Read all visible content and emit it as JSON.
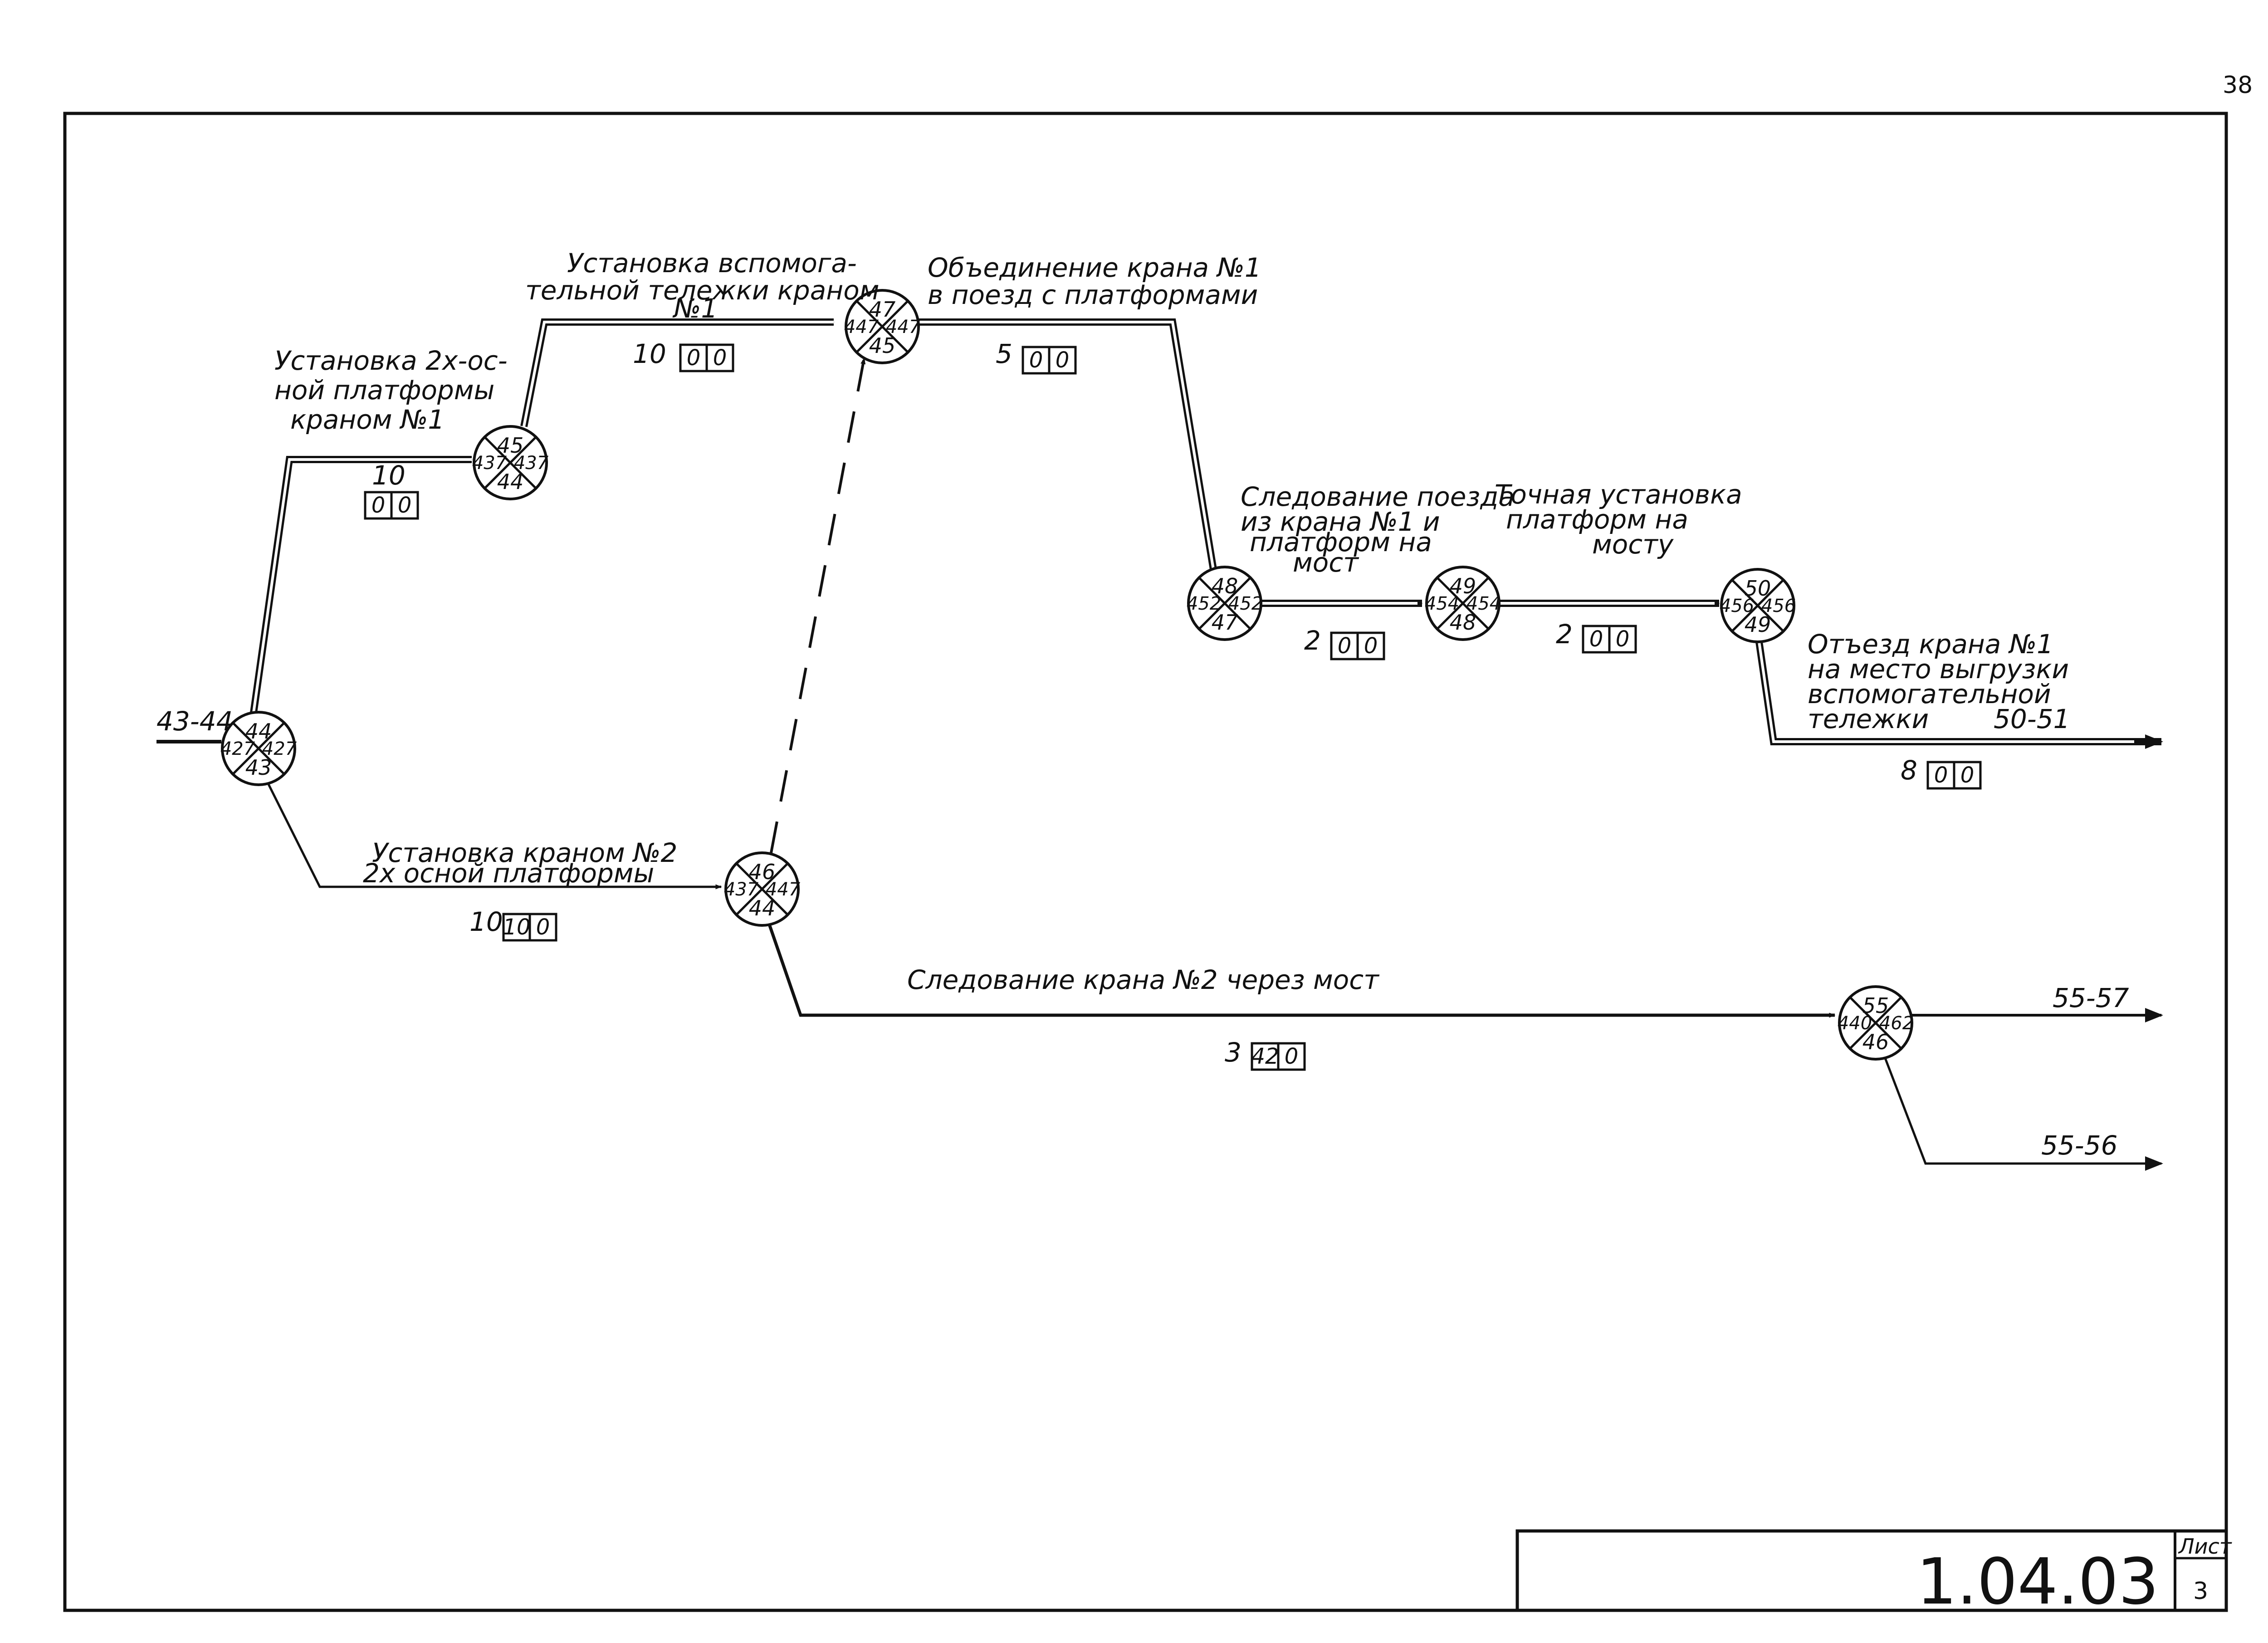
{
  "page_number": "38",
  "title_block": {
    "code": "1.04.03",
    "sheet_label": "Лист",
    "sheet_number": "3"
  },
  "colors": {
    "ink": "#111111",
    "paper": "#ffffff"
  },
  "nodes": [
    {
      "id": "n44",
      "top": "44",
      "left": "427",
      "right": "427",
      "bottom": "43"
    },
    {
      "id": "n45",
      "top": "45",
      "left": "437",
      "right": "437",
      "bottom": "44"
    },
    {
      "id": "n47",
      "top": "47",
      "left": "447",
      "right": "447",
      "bottom": "45"
    },
    {
      "id": "n46",
      "top": "46",
      "left": "437",
      "right": "447",
      "bottom": "44"
    },
    {
      "id": "n48",
      "top": "48",
      "left": "452",
      "right": "452",
      "bottom": "47"
    },
    {
      "id": "n49",
      "top": "49",
      "left": "454",
      "right": "454",
      "bottom": "48"
    },
    {
      "id": "n50",
      "top": "50",
      "left": "456",
      "right": "456",
      "bottom": "49"
    },
    {
      "id": "n55",
      "top": "55",
      "left": "440",
      "right": "462",
      "bottom": "46"
    }
  ],
  "activities": [
    {
      "id": "a44_45",
      "lines": [
        "Установка 2х-ос-",
        "ной платформы",
        "краном №1"
      ],
      "duration": "10",
      "b1": "0",
      "b2": "0"
    },
    {
      "id": "a45_47",
      "lines": [
        "Установка вспомога-",
        "тельной тележки краном",
        "№1"
      ],
      "duration": "10",
      "b1": "0",
      "b2": "0"
    },
    {
      "id": "a47_48",
      "lines": [
        "Объединение крана №1",
        "в поезд с платформами"
      ],
      "duration": "5",
      "b1": "0",
      "b2": "0"
    },
    {
      "id": "a48_49",
      "lines": [
        "Следование поезда",
        "из крана №1 и",
        "платформ на",
        "мост"
      ],
      "duration": "2",
      "b1": "0",
      "b2": "0"
    },
    {
      "id": "a49_50",
      "lines": [
        "Точная установка",
        "платформ на",
        "мосту"
      ],
      "duration": "2",
      "b1": "0",
      "b2": "0"
    },
    {
      "id": "a50_51",
      "lines": [
        "Отъезд крана №1",
        "на место выгрузки",
        "вспомогательной",
        "тележки"
      ],
      "duration": "8",
      "b1": "0",
      "b2": "0",
      "target": "50-51"
    },
    {
      "id": "a44_46",
      "lines": [
        "Установка краном №2",
        "2х осной платформы"
      ],
      "duration": "10",
      "b1": "10",
      "b2": "0"
    },
    {
      "id": "a46_55",
      "lines": [
        "Следование крана №2 через мост"
      ],
      "duration": "3",
      "b1": "42",
      "b2": "0"
    }
  ],
  "inputs": {
    "incoming": "43-44"
  },
  "outputs": {
    "out1": "55-57",
    "out2": "55-56"
  }
}
